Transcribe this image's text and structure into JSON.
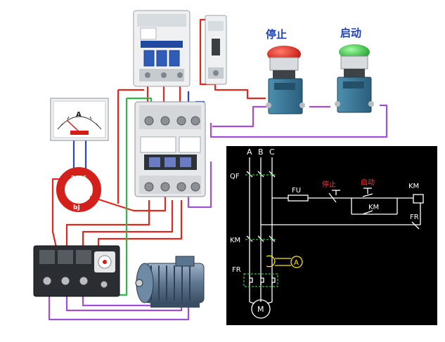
{
  "buttons": {
    "stop_label": "停止",
    "start_label": "启动"
  },
  "ammeter": {
    "scale_label": "A"
  },
  "current_transformer": {
    "top_label": "2125",
    "bottom_label": "bJ"
  },
  "schematic": {
    "phase_a": "A",
    "phase_b": "B",
    "phase_c": "C",
    "breaker": "QF",
    "fuse": "FU",
    "stop": "停止",
    "start": "启动",
    "coil": "KM",
    "hold_contact": "KM",
    "overload_contact": "FR",
    "main_contacts": "KM",
    "thermal_relay": "FR",
    "ammeter": "A",
    "motor": "M"
  },
  "colors": {
    "wire_red": "#e0281e",
    "wire_blue": "#2c44c8",
    "wire_green": "#2fb84a",
    "wire_purple": "#a24ed4",
    "schematic_bg": "#000000",
    "schematic_line": "#ffffff",
    "schematic_dash": "#35c24a"
  }
}
